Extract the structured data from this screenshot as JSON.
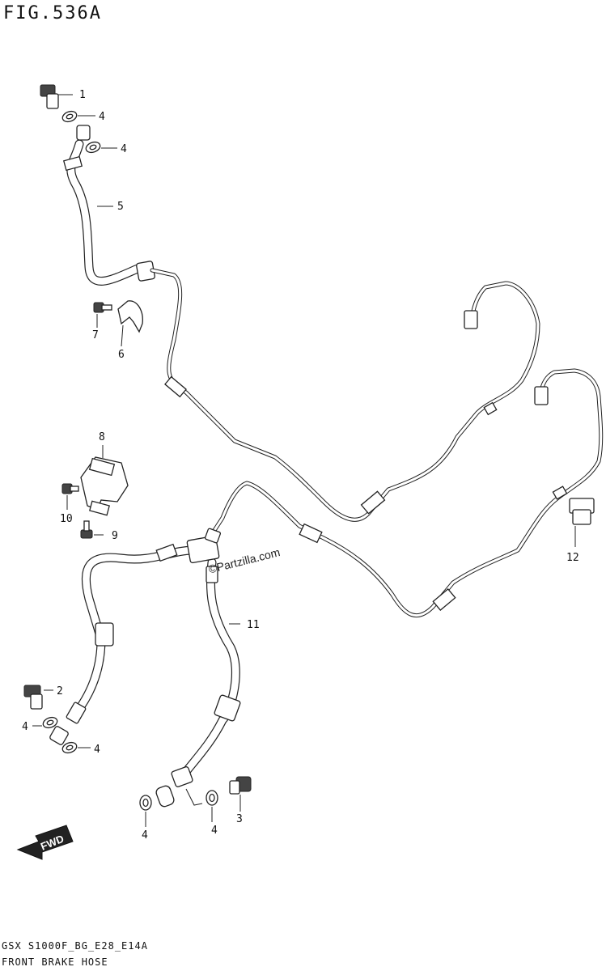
{
  "figure": {
    "title": "FIG.536A",
    "code": "GSX S1000F_BG_E28_E14A",
    "name": "FRONT BRAKE HOSE"
  },
  "watermark": "©Partzilla.com",
  "direction_label": "FWD",
  "callouts": {
    "c1": "1",
    "c4a": "4",
    "c4b": "4",
    "c5": "5",
    "c7": "7",
    "c6": "6",
    "c8": "8",
    "c10": "10",
    "c9": "9",
    "c12": "12",
    "c11": "11",
    "c2": "2",
    "c4c": "4",
    "c4d": "4",
    "c4e": "4",
    "c4f": "4",
    "c3": "3"
  }
}
